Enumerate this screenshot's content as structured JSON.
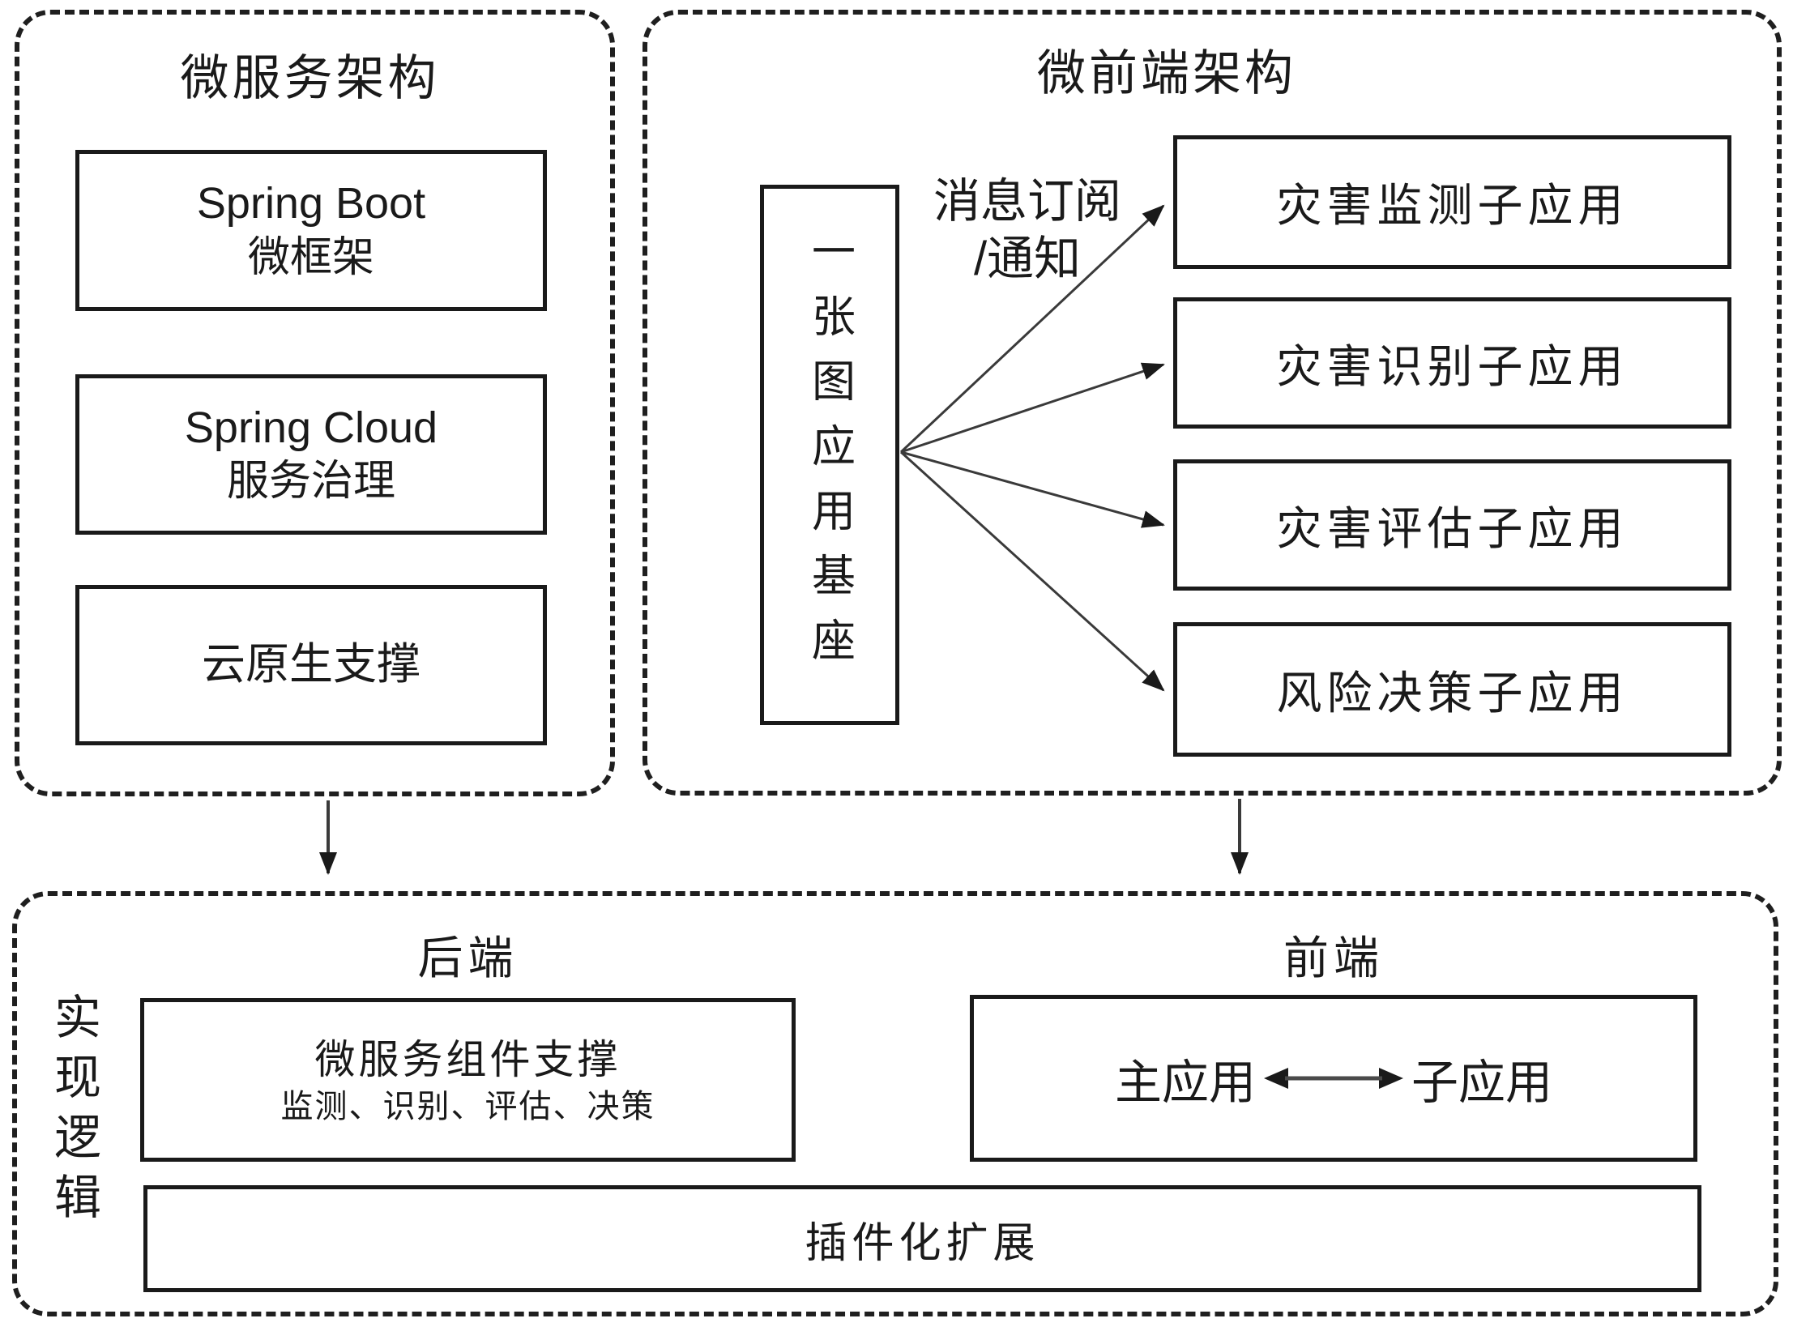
{
  "panels": {
    "microservice": {
      "title": "微服务架构",
      "boxes": [
        {
          "line1": "Spring Boot",
          "line2": "微框架"
        },
        {
          "line1": "Spring Cloud",
          "line2": "服务治理"
        },
        {
          "line1": "云原生支撑"
        }
      ]
    },
    "microfrontend": {
      "title": "微前端架构",
      "base_label": "一张图应用基座",
      "message_label_line1": "消息订阅",
      "message_label_line2": "/通知",
      "subapps": [
        {
          "label": "灾害监测子应用"
        },
        {
          "label": "灾害识别子应用"
        },
        {
          "label": "灾害评估子应用"
        },
        {
          "label": "风险决策子应用"
        }
      ]
    },
    "implementation": {
      "side_label": "实现逻辑",
      "backend_header": "后端",
      "backend_box_title": "微服务组件支撑",
      "backend_box_subtitle": "监测、识别、评估、决策",
      "frontend_header": "前端",
      "frontend_main": "主应用",
      "frontend_sub": "子应用",
      "plugin_label": "插件化扩展"
    }
  },
  "colors": {
    "line": "#1a1a1a",
    "background": "#ffffff"
  }
}
